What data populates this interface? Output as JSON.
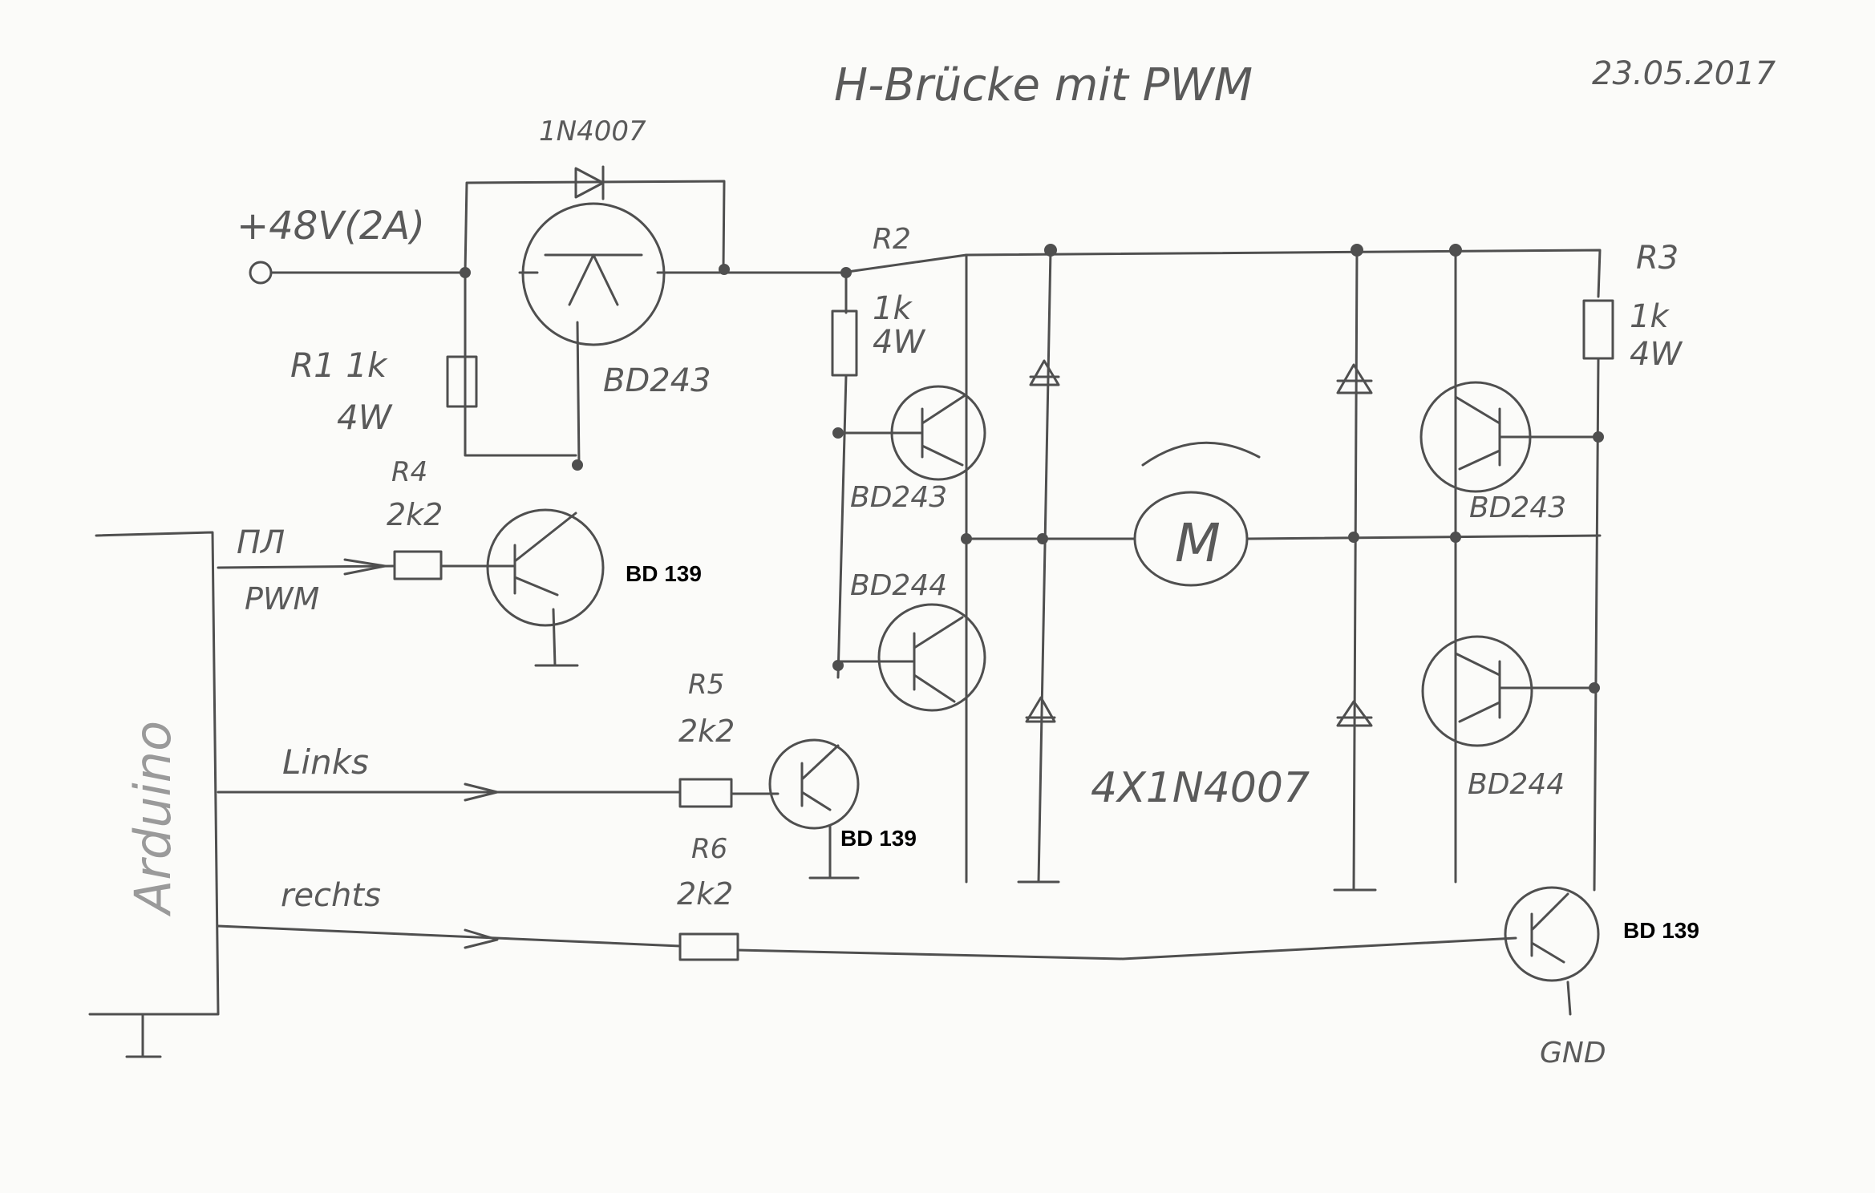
{
  "title": "H-Brücke mit PWM",
  "date": "23.05.2017",
  "supply": "+48V(2A)",
  "diode_top": "1N4007",
  "labels": {
    "r1": "R1 1k",
    "r1_power": "4W",
    "r2": "R2",
    "r2_value": "1k",
    "r2_power": "4W",
    "r3": "R3",
    "r3_value": "1k",
    "r3_power": "4W",
    "r4": "R4",
    "r4_value": "2k2",
    "r5": "R5",
    "r5_value": "2k2",
    "r6": "R6",
    "r6_value": "2k2",
    "q_supply": "BD243",
    "q_left_high": "BD243",
    "q_left_low": "BD244",
    "q_right_high": "BD243",
    "q_right_low": "BD244",
    "q_pwm": "BD 139",
    "q_links": "BD 139",
    "q_rechts": "BD 139",
    "motor": "M",
    "diodes": "4X1N4007",
    "pwm_signal": "ПЛ",
    "pwm": "PWM",
    "links": "Links",
    "rechts": "rechts",
    "arduino": "Arduino",
    "gnd": "GND"
  }
}
